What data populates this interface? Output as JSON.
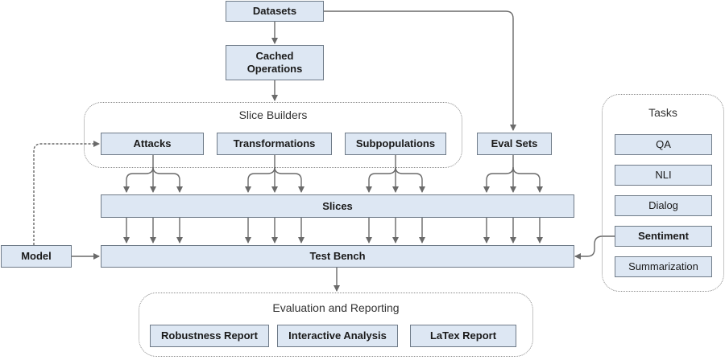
{
  "diagram": {
    "nodes": {
      "datasets": "Datasets",
      "cached_operations": "Cached Operations",
      "attacks": "Attacks",
      "transformations": "Transformations",
      "subpopulations": "Subpopulations",
      "eval_sets": "Eval Sets",
      "slices": "Slices",
      "model": "Model",
      "test_bench": "Test Bench",
      "robustness_report": "Robustness Report",
      "interactive_analysis": "Interactive Analysis",
      "latex_report": "LaTex Report"
    },
    "groups": {
      "slice_builders": "Slice Builders",
      "tasks": "Tasks",
      "evaluation_reporting": "Evaluation and Reporting"
    },
    "tasks": [
      "QA",
      "NLI",
      "Dialog",
      "Sentiment",
      "Summarization"
    ],
    "highlighted_task": "Sentiment"
  }
}
